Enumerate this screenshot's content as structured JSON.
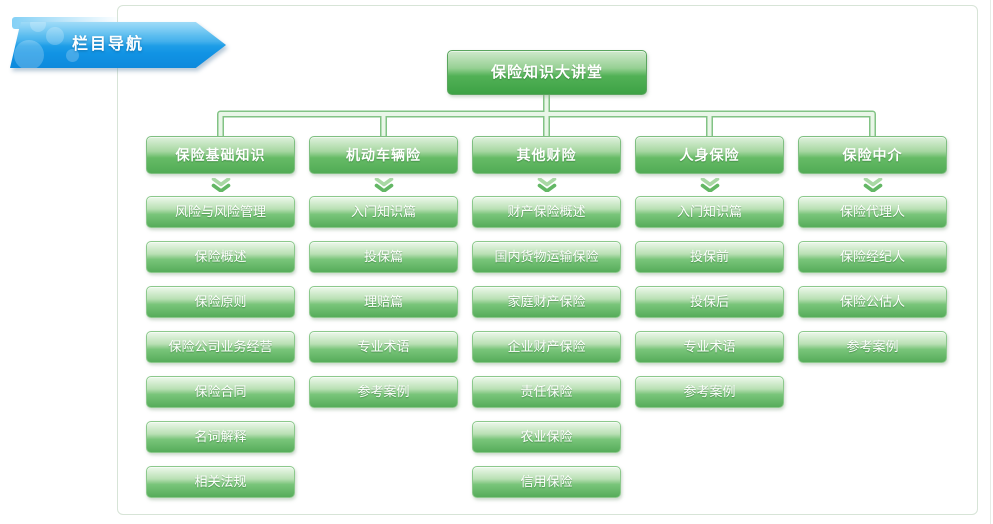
{
  "banner": {
    "label": "栏目导航"
  },
  "root": {
    "label": "保险知识大讲堂"
  },
  "columns": [
    {
      "id": "insurance-basics",
      "header": "保险基础知识",
      "items": [
        "风险与风险管理",
        "保险概述",
        "保险原则",
        "保险公司业务经营",
        "保险合同",
        "名词解释",
        "相关法规"
      ]
    },
    {
      "id": "motor-vehicle-insurance",
      "header": "机动车辆险",
      "items": [
        "入门知识篇",
        "投保篇",
        "理赔篇",
        "专业术语",
        "参考案例"
      ]
    },
    {
      "id": "other-property-insurance",
      "header": "其他财险",
      "items": [
        "财产保险概述",
        "国内货物运输保险",
        "家庭财产保险",
        "企业财产保险",
        "责任保险",
        "农业保险",
        "信用保险"
      ]
    },
    {
      "id": "personal-insurance",
      "header": "人身保险",
      "items": [
        "入门知识篇",
        "投保前",
        "投保后",
        "专业术语",
        "参考案例"
      ]
    },
    {
      "id": "insurance-intermediary",
      "header": "保险中介",
      "items": [
        "保险代理人",
        "保险经纪人",
        "保险公估人",
        "参考案例"
      ]
    }
  ],
  "icons": {
    "chevron_down": "double-chevron-down"
  },
  "colors": {
    "banner_blue": "#1193e4",
    "button_green": "#51ab55",
    "button_green_light": "#79c57a",
    "root_green": "#3da245",
    "connector_green": "#82c385",
    "panel_border": "#d7e4d7",
    "text": "#ffffff"
  }
}
